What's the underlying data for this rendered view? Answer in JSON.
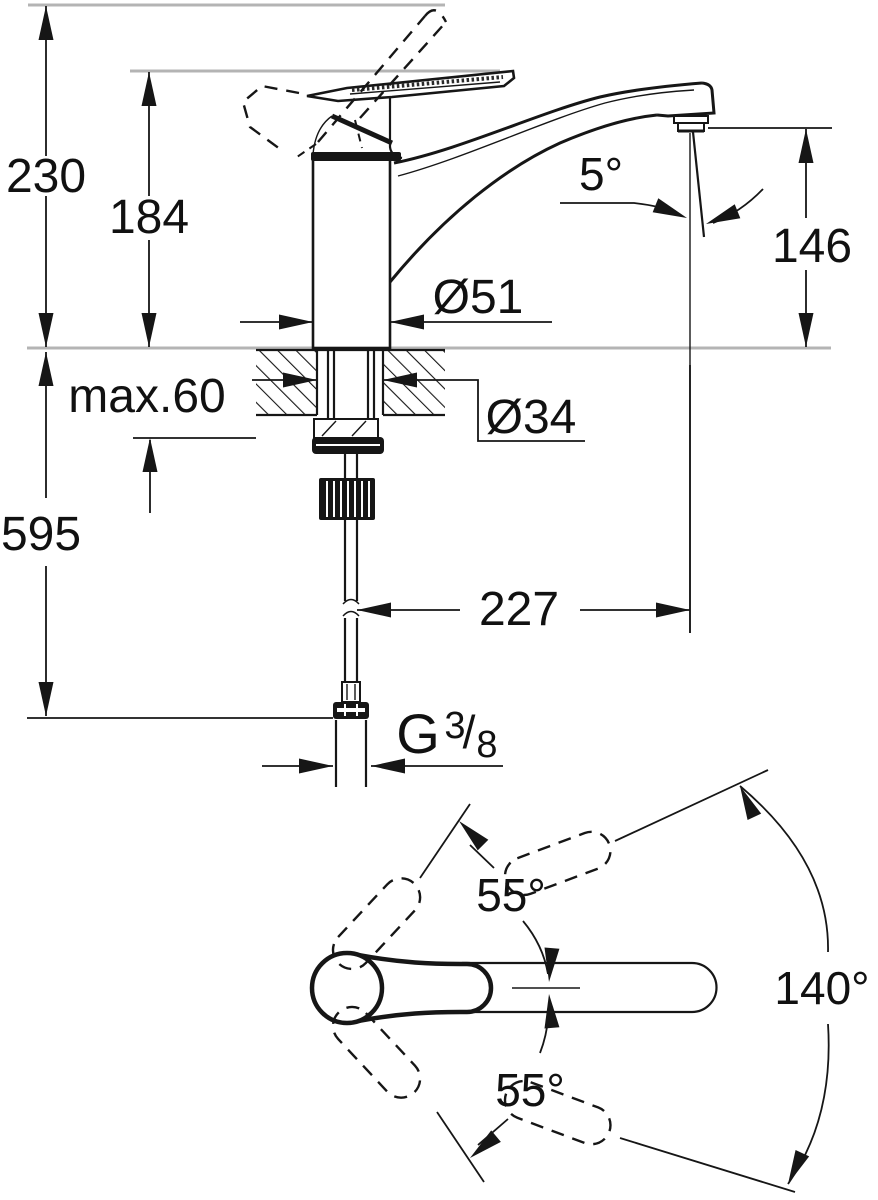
{
  "drawing": {
    "type": "technical-dimension-diagram",
    "product": "single-lever kitchen faucet",
    "colors": {
      "line": "#161616",
      "reference_line": "#b4b4b4",
      "background": "#ffffff"
    },
    "side_view": {
      "total_height": "230",
      "height_to_lever": "184",
      "outlet_height": "146",
      "stream_angle": "5°",
      "body_diameter": "Ø51",
      "max_deck_thickness": "max.60",
      "hole_diameter": "Ø34",
      "installation_depth": "595",
      "spout_reach": "227",
      "thread": {
        "letter": "G",
        "numerator": "3",
        "slash": "/",
        "denominator": "8"
      }
    },
    "top_view": {
      "handle_angle_upper": "55°",
      "handle_angle_lower": "55°",
      "swivel_range": "140°"
    }
  }
}
